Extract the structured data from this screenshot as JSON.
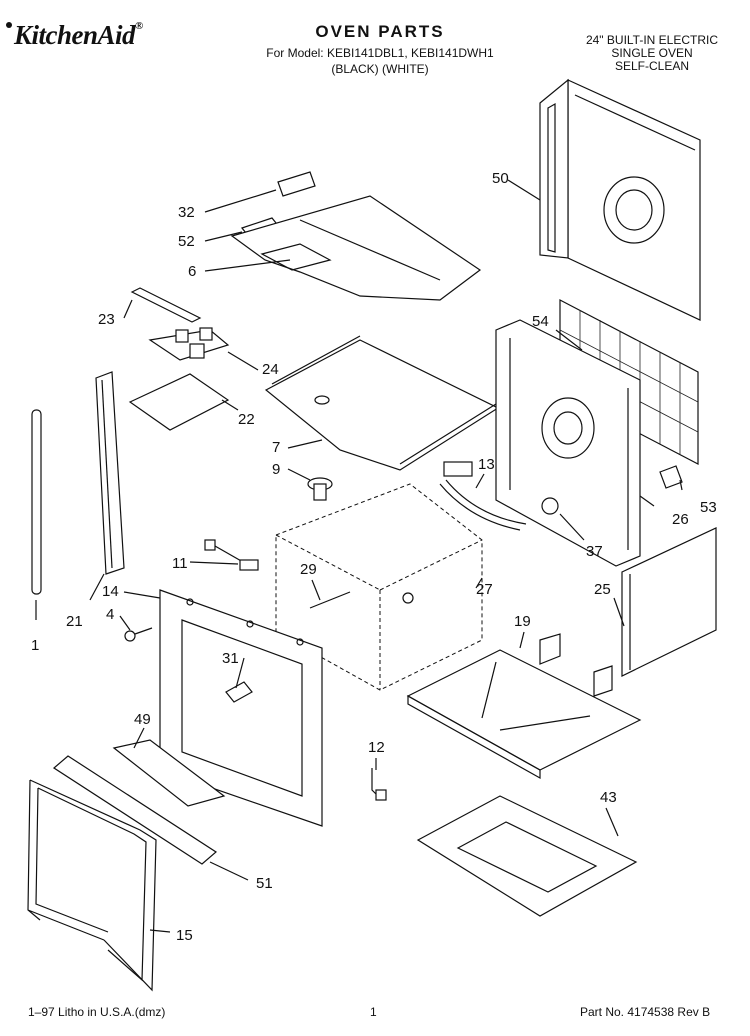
{
  "brand": {
    "logo_text": "KitchenAid",
    "trademark": "®"
  },
  "header": {
    "title": "OVEN PARTS",
    "models_line": "For Model: KEBI141DBL1, KEBI141DWH1",
    "colors_line": "(BLACK)    (WHITE)",
    "description": [
      "24\" BUILT-IN ELECTRIC",
      "SINGLE OVEN",
      "SELF-CLEAN"
    ]
  },
  "parts": [
    {
      "id": "p1",
      "label": "1"
    },
    {
      "id": "p4",
      "label": "4"
    },
    {
      "id": "p6",
      "label": "6"
    },
    {
      "id": "p7",
      "label": "7"
    },
    {
      "id": "p9",
      "label": "9"
    },
    {
      "id": "p11",
      "label": "11"
    },
    {
      "id": "p12",
      "label": "12"
    },
    {
      "id": "p13",
      "label": "13"
    },
    {
      "id": "p14",
      "label": "14"
    },
    {
      "id": "p15",
      "label": "15"
    },
    {
      "id": "p19",
      "label": "19"
    },
    {
      "id": "p21",
      "label": "21"
    },
    {
      "id": "p22",
      "label": "22"
    },
    {
      "id": "p23",
      "label": "23"
    },
    {
      "id": "p24",
      "label": "24"
    },
    {
      "id": "p25",
      "label": "25"
    },
    {
      "id": "p26",
      "label": "26"
    },
    {
      "id": "p27",
      "label": "27"
    },
    {
      "id": "p29",
      "label": "29"
    },
    {
      "id": "p31",
      "label": "31"
    },
    {
      "id": "p32",
      "label": "32"
    },
    {
      "id": "p37",
      "label": "37"
    },
    {
      "id": "p43",
      "label": "43"
    },
    {
      "id": "p49",
      "label": "49"
    },
    {
      "id": "p50",
      "label": "50"
    },
    {
      "id": "p51",
      "label": "51"
    },
    {
      "id": "p52",
      "label": "52"
    },
    {
      "id": "p53",
      "label": "53"
    },
    {
      "id": "p54",
      "label": "54"
    }
  ],
  "footer": {
    "left": "1–97 Litho in U.S.A.(dmz)",
    "page": "1",
    "right": "Part No. 4174538 Rev B"
  }
}
